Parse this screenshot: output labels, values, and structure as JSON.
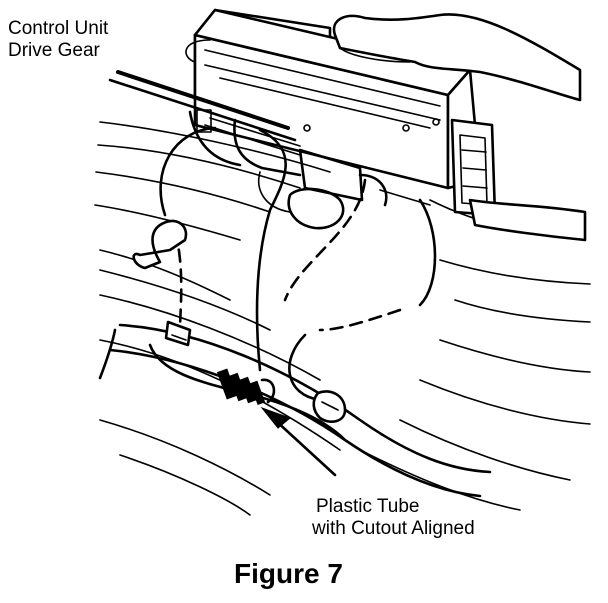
{
  "labels": {
    "control_unit_line1": "Control Unit",
    "drive_gear_line2": "Drive Gear",
    "plastic_tube_line1": "Plastic Tube",
    "cutout_line2": "with Cutout Aligned"
  },
  "figure_title": "Figure 7"
}
